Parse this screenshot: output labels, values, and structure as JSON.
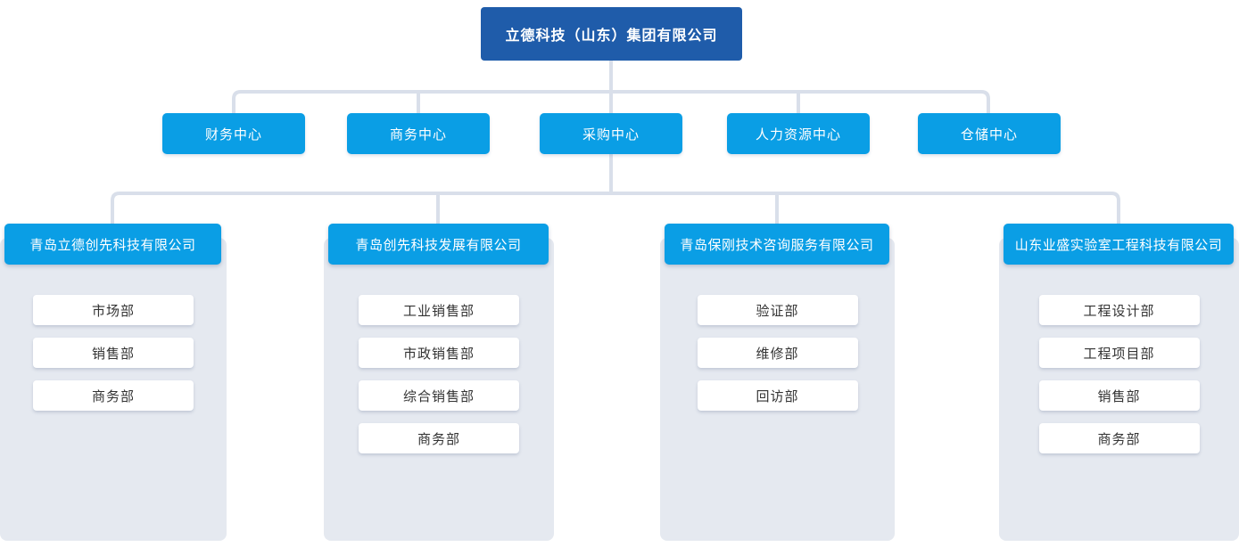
{
  "root": {
    "label": "立德科技（山东）集团有限公司"
  },
  "centers": [
    {
      "label": "财务中心"
    },
    {
      "label": "商务中心"
    },
    {
      "label": "采购中心"
    },
    {
      "label": "人力资源中心"
    },
    {
      "label": "仓储中心"
    }
  ],
  "panels": [
    {
      "company": "青岛立德创先科技有限公司",
      "departments": [
        "市场部",
        "销售部",
        "商务部"
      ]
    },
    {
      "company": "青岛创先科技发展有限公司",
      "departments": [
        "工业销售部",
        "市政销售部",
        "综合销售部",
        "商务部"
      ]
    },
    {
      "company": "青岛保刚技术咨询服务有限公司",
      "departments": [
        "验证部",
        "维修部",
        "回访部"
      ]
    },
    {
      "company": "山东业盛实验室工程科技有限公司",
      "departments": [
        "工程设计部",
        "工程项目部",
        "销售部",
        "商务部"
      ]
    }
  ],
  "colors": {
    "root_blue": "#1f5caa",
    "accent_blue": "#0a9ee5",
    "panel_gray": "#e5e9f0",
    "connector_gray": "#d9dfea",
    "dept_text": "#333333"
  }
}
